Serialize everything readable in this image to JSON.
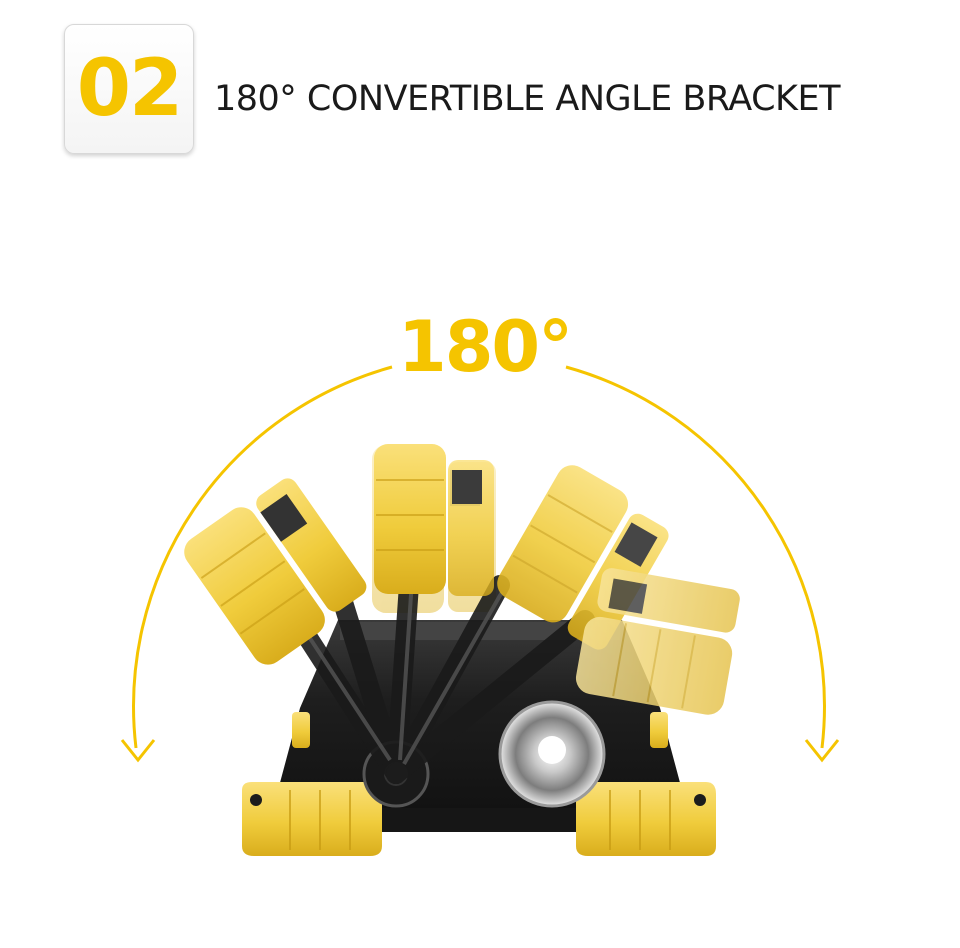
{
  "badge": {
    "number": "02"
  },
  "headline": {
    "text": "180° CONVERTIBLE ANGLE BRACKET"
  },
  "illustration": {
    "angle_label": "180°",
    "icons": [
      "rotation-arc-icon",
      "arrow-down-icon",
      "work-light-icon"
    ]
  },
  "colors": {
    "accent_yellow": "#f5c400",
    "product_yellow": "#f0d24a",
    "product_black": "#1c1c1c",
    "text": "#1a1a1a"
  }
}
